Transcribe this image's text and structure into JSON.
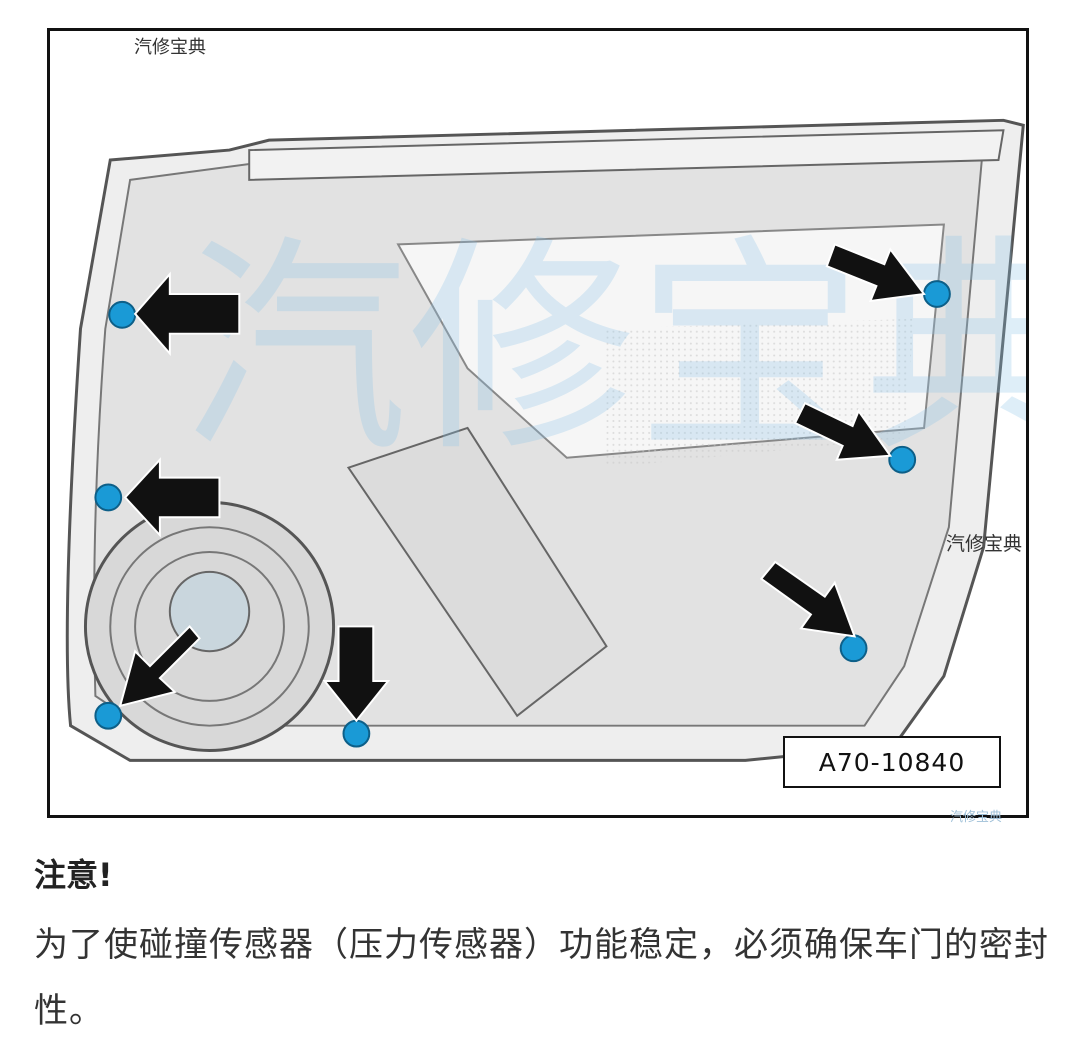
{
  "figure": {
    "corner_watermark": "汽修宝典",
    "side_watermark": "汽修宝典",
    "code": "A70-10840",
    "bottom_watermark": "汽修宝典",
    "accent_color": "#1a9ad6",
    "arrow_color": "#111111"
  },
  "note": {
    "title": "注意!",
    "body": "为了使碰撞传感器（压力传感器）功能稳定，必须确保车门的密封性。"
  }
}
